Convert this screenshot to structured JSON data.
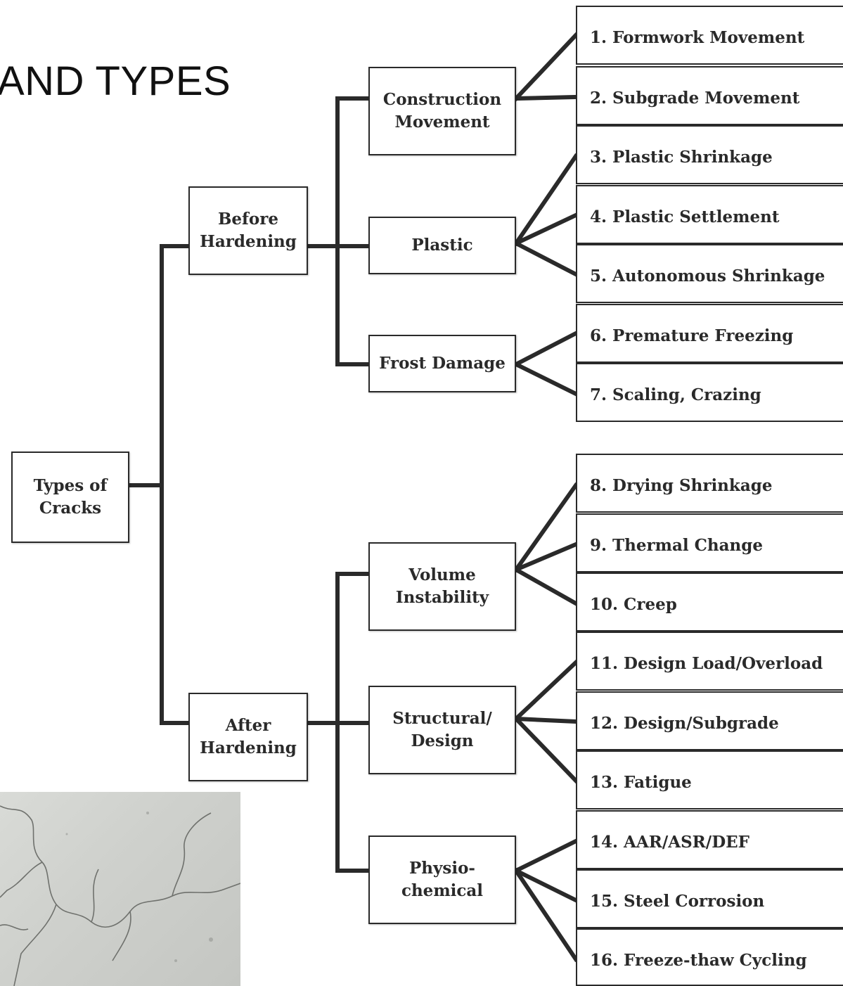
{
  "slide": {
    "title": "AND TYPES"
  },
  "root": {
    "line1": "Types of",
    "line2": "Cracks"
  },
  "phases": [
    {
      "line1": "Before",
      "line2": "Hardening"
    },
    {
      "line1": "After",
      "line2": "Hardening"
    }
  ],
  "groups": [
    {
      "line1": "Construction",
      "line2": "Movement"
    },
    {
      "line1": "Plastic",
      "line2": ""
    },
    {
      "line1": "Frost Damage",
      "line2": ""
    },
    {
      "line1": "Volume",
      "line2": "Instability"
    },
    {
      "line1": "Structural/",
      "line2": "Design"
    },
    {
      "line1": "Physio-",
      "line2": "chemical"
    }
  ],
  "leaves": [
    "1. Formwork Movement",
    "2. Subgrade Movement",
    "3. Plastic Shrinkage",
    "4. Plastic Settlement",
    "5. Autonomous Shrinkage",
    "6. Premature Freezing",
    "7. Scaling, Crazing",
    "8. Drying Shrinkage",
    "9. Thermal Change",
    "10. Creep",
    "11. Design Load/Overload",
    "12. Design/Subgrade",
    "13. Fatigue",
    "14. AAR/ASR/DEF",
    "15. Steel Corrosion",
    "16. Freeze-thaw Cycling"
  ],
  "photo": {
    "subject": "cracked-concrete-photo"
  }
}
